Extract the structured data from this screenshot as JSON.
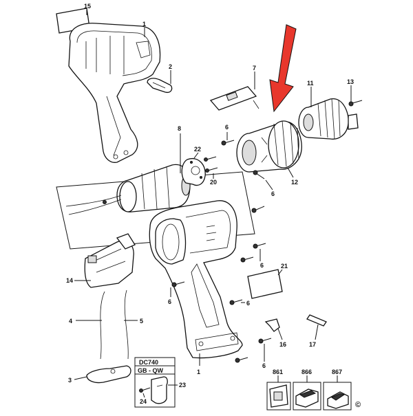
{
  "diagram": {
    "arrow_color": "#e8372c",
    "model_box": {
      "model": "DC740",
      "region": "GB - QW"
    },
    "copyright_symbol": "©",
    "callouts": [
      {
        "id": "c15",
        "label": "15"
      },
      {
        "id": "c1a",
        "label": "1"
      },
      {
        "id": "c2",
        "label": "2"
      },
      {
        "id": "c7",
        "label": "7"
      },
      {
        "id": "c11",
        "label": "11"
      },
      {
        "id": "c13",
        "label": "13"
      },
      {
        "id": "c6a",
        "label": "6"
      },
      {
        "id": "c8",
        "label": "8"
      },
      {
        "id": "c22",
        "label": "22"
      },
      {
        "id": "c20",
        "label": "20"
      },
      {
        "id": "c12",
        "label": "12"
      },
      {
        "id": "c6b",
        "label": "6"
      },
      {
        "id": "c14",
        "label": "14"
      },
      {
        "id": "c6c",
        "label": "6"
      },
      {
        "id": "c21",
        "label": "21"
      },
      {
        "id": "c6d",
        "label": "6"
      },
      {
        "id": "c6e",
        "label": "6"
      },
      {
        "id": "c4",
        "label": "4"
      },
      {
        "id": "c5",
        "label": "5"
      },
      {
        "id": "c16",
        "label": "16"
      },
      {
        "id": "c17",
        "label": "17"
      },
      {
        "id": "c6f",
        "label": "6"
      },
      {
        "id": "c1b",
        "label": "1"
      },
      {
        "id": "c3",
        "label": "3"
      },
      {
        "id": "c23",
        "label": "23"
      },
      {
        "id": "c24",
        "label": "24"
      },
      {
        "id": "c861",
        "label": "861"
      },
      {
        "id": "c866",
        "label": "866"
      },
      {
        "id": "c867",
        "label": "867"
      }
    ]
  }
}
